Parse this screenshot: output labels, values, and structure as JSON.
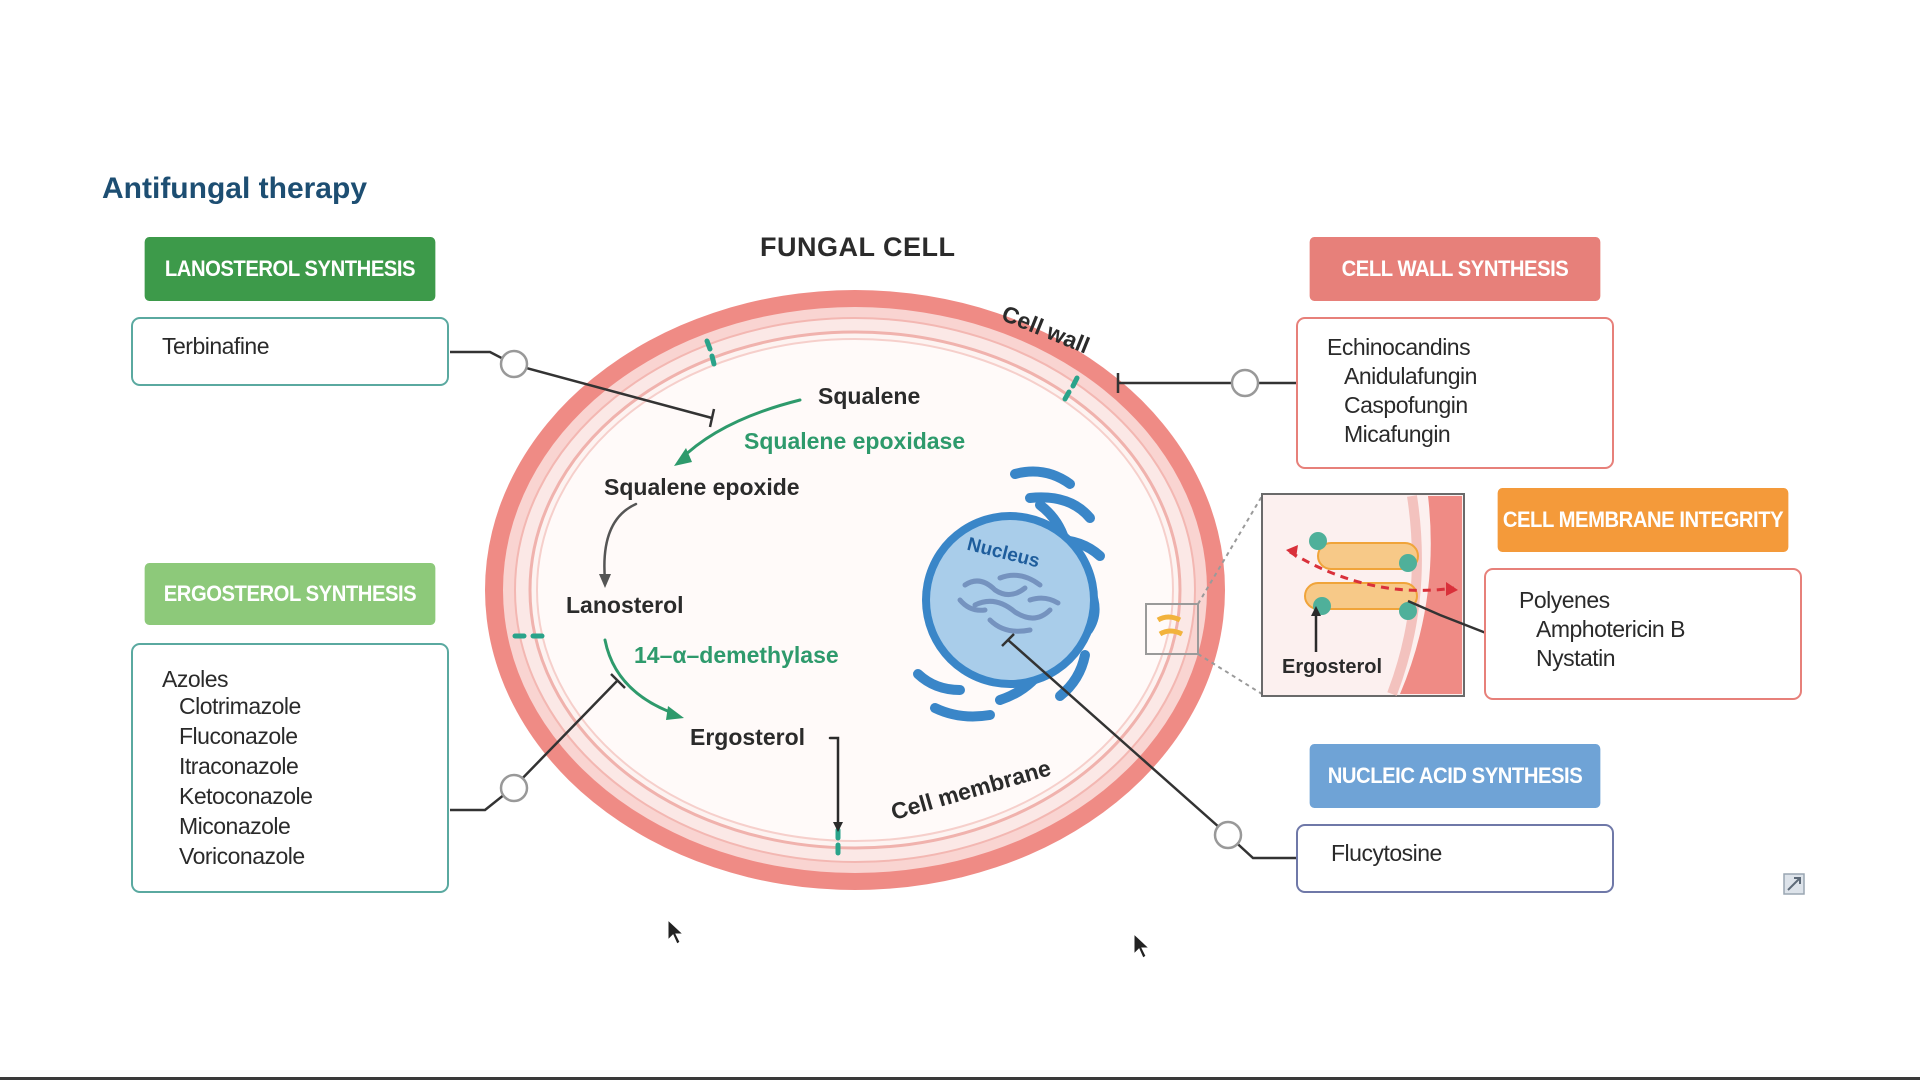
{
  "page_title": "Antifungal therapy",
  "cell_title": "FUNGAL CELL",
  "colors": {
    "dark_green": "#3d9a4a",
    "light_green": "#8dc97a",
    "salmon": "#e7807a",
    "orange": "#f49a3a",
    "blue": "#6fa3d6",
    "title_blue": "#1d4e72",
    "pathway_green": "#2e9a6c",
    "cell_wall": "#ef8b85",
    "nucleus": "#3a86c8"
  },
  "categories": {
    "lanosterol": {
      "header": "LANOSTEROL SYNTHESIS",
      "drugs": [
        "Terbinafine"
      ]
    },
    "ergosterol": {
      "header": "ERGOSTEROL SYNTHESIS",
      "group": "Azoles",
      "drugs": [
        "Clotrimazole",
        "Fluconazole",
        "Itraconazole",
        "Ketoconazole",
        "Miconazole",
        "Voriconazole"
      ]
    },
    "cell_wall": {
      "header": "CELL WALL SYNTHESIS",
      "group": "Echinocandins",
      "drugs": [
        "Anidulafungin",
        "Caspofungin",
        "Micafungin"
      ]
    },
    "membrane": {
      "header": "CELL MEMBRANE INTEGRITY",
      "group": "Polyenes",
      "drugs": [
        "Amphotericin B",
        "Nystatin"
      ]
    },
    "nucleic": {
      "header": "NUCLEIC ACID SYNTHESIS",
      "drugs": [
        "Flucytosine"
      ]
    }
  },
  "pathway": {
    "squalene": "Squalene",
    "squalene_epoxidase": "Squalene epoxidase",
    "squalene_epoxide": "Squalene epoxide",
    "lanosterol": "Lanosterol",
    "demethylase": "14–α–demethylase",
    "ergosterol": "Ergosterol"
  },
  "labels": {
    "cell_wall": "Cell wall",
    "cell_membrane": "Cell membrane",
    "nucleus": "Nucleus",
    "inset_ergosterol": "Ergosterol"
  }
}
